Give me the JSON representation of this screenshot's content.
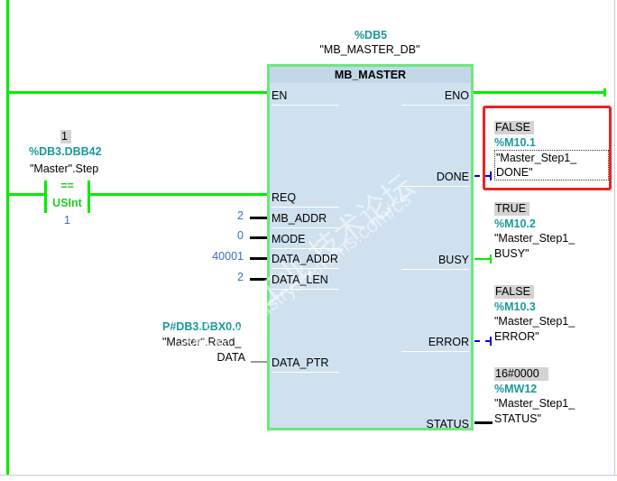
{
  "instance": {
    "db_address": "%DB5",
    "db_name": "\"MB_MASTER_DB\""
  },
  "block": {
    "title": "MB_MASTER",
    "inputs": [
      "EN",
      "REQ",
      "MB_ADDR",
      "MODE",
      "DATA_ADDR",
      "DATA_LEN",
      "DATA_PTR"
    ],
    "outputs": [
      "ENO",
      "DONE",
      "BUSY",
      "ERROR",
      "STATUS"
    ]
  },
  "comparator": {
    "monitor_value": "1",
    "operand_address": "%DB3.DBB42",
    "operand_name": "\"Master\".Step",
    "operator": "==",
    "type": "USInt",
    "compare_value": "1"
  },
  "input_params": {
    "mb_addr": "2",
    "mode": "0",
    "data_addr": "40001",
    "data_len": "2",
    "data_ptr_address": "P#DB3.DBX0.0",
    "data_ptr_name_line1": "\"Master\".Read_",
    "data_ptr_name_line2": "DATA"
  },
  "outputs": {
    "done": {
      "value": "FALSE",
      "address": "%M10.1",
      "name_line1": "\"Master_Step1_",
      "name_line2": "DONE\"",
      "highlighted": true
    },
    "busy": {
      "value": "TRUE",
      "address": "%M10.2",
      "name_line1": "\"Master_Step1_",
      "name_line2": "BUSY\""
    },
    "error": {
      "value": "FALSE",
      "address": "%M10.3",
      "name_line1": "\"Master_Step1_",
      "name_line2": "ERROR\""
    },
    "status": {
      "value": "16#0000",
      "address": "%MW12",
      "name_line1": "\"Master_Step1_",
      "name_line2": "STATUS\""
    }
  },
  "colors": {
    "power_flow": "#00ee00",
    "block_fill": "#cfe1ef",
    "block_border": "#6ce87c",
    "highlight_box": "#ee2222",
    "address_teal": "#1a9a9a",
    "constant_blue": "#3a6ec4",
    "false_signal_blue": "#0000dd"
  },
  "watermark": {
    "line1": "西门子工业 技术论坛",
    "line2": "support.industry.siemens.com/cs"
  }
}
